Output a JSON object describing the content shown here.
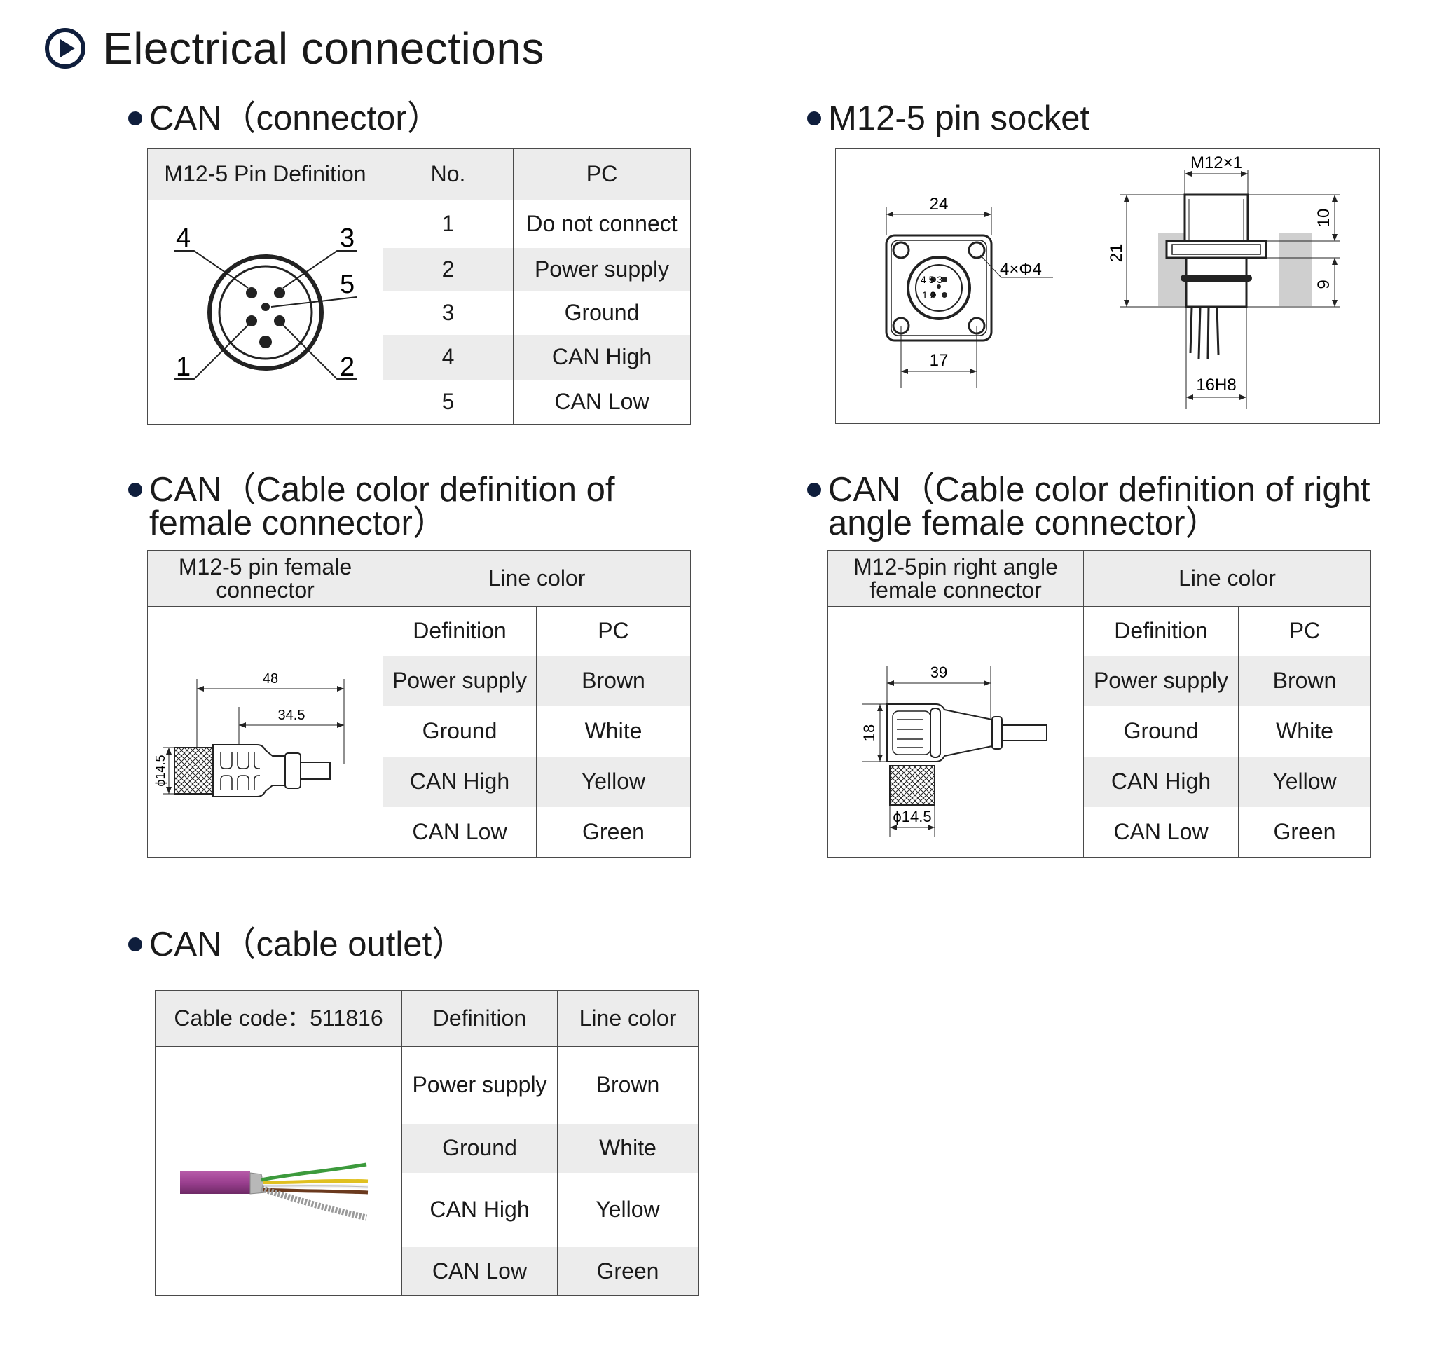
{
  "page": {
    "title": "Electrical connections"
  },
  "sections": {
    "can_connector": {
      "heading": "CAN（connector）",
      "header": [
        "M12-5 Pin Definition",
        "No.",
        "PC"
      ],
      "rows": [
        {
          "no": "1",
          "pc": "Do not connect"
        },
        {
          "no": "2",
          "pc": "Power supply"
        },
        {
          "no": "3",
          "pc": "Ground"
        },
        {
          "no": "4",
          "pc": "CAN High"
        },
        {
          "no": "5",
          "pc": "CAN Low"
        }
      ],
      "pin_labels": [
        "4",
        "3",
        "5",
        "1",
        "2"
      ]
    },
    "m12_socket": {
      "heading": "M12-5 pin socket",
      "dims": {
        "width_24": "24",
        "holes": "4×Φ4",
        "width_17": "17",
        "thread": "M12×1",
        "h21": "21",
        "h10": "10",
        "h9": "9",
        "bore": "16H8",
        "pins_top": "4 5 3",
        "pins_bottom": "1 2"
      }
    },
    "female_cable": {
      "heading_line1": "CAN（Cable color definition of",
      "heading_line2": "female connector）",
      "header_left": "M12-5 pin female connector",
      "header_right": "Line color",
      "sub_header": [
        "Definition",
        "PC"
      ],
      "rows": [
        {
          "def": "Power supply",
          "pc": "Brown"
        },
        {
          "def": "Ground",
          "pc": "White"
        },
        {
          "def": "CAN High",
          "pc": "Yellow"
        },
        {
          "def": "CAN Low",
          "pc": "Green"
        }
      ],
      "dims": {
        "l48": "48",
        "l345": "34.5",
        "d145": "ϕ14.5"
      }
    },
    "right_angle_cable": {
      "heading_line1": "CAN（Cable color definition of right",
      "heading_line2": "angle female connector）",
      "header_left": "M12-5pin right angle female connector",
      "header_right": "Line color",
      "sub_header": [
        "Definition",
        "PC"
      ],
      "rows": [
        {
          "def": "Power supply",
          "pc": "Brown"
        },
        {
          "def": "Ground",
          "pc": "White"
        },
        {
          "def": "CAN High",
          "pc": "Yellow"
        },
        {
          "def": "CAN Low",
          "pc": "Green"
        }
      ],
      "dims": {
        "l39": "39",
        "h18": "18",
        "d145": "ϕ14.5"
      }
    },
    "cable_outlet": {
      "heading": "CAN（cable outlet）",
      "header": [
        "Cable code：511816",
        "Definition",
        "Line color"
      ],
      "rows": [
        {
          "def": "Power supply",
          "color": "Brown"
        },
        {
          "def": "Ground",
          "color": "White"
        },
        {
          "def": "CAN High",
          "color": "Yellow"
        },
        {
          "def": "CAN Low",
          "color": "Green"
        }
      ]
    }
  },
  "colors": {
    "title_icon": "#0f1e3c",
    "header_fill": "#ececec",
    "cable_jacket": "#9a3f8f"
  }
}
